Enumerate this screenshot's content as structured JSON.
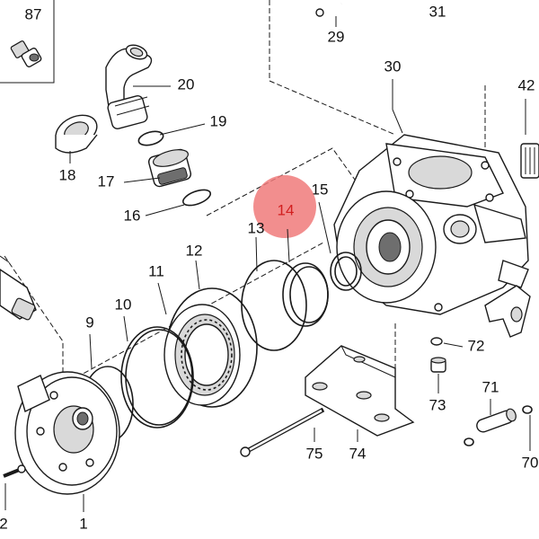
{
  "labels": {
    "l87": "87",
    "l31": "31",
    "l29": "29",
    "l20": "20",
    "l30": "30",
    "l42": "42",
    "l19": "19",
    "l18": "18",
    "l17": "17",
    "l16": "16",
    "l15": "15",
    "l14": "14",
    "l13": "13",
    "l12": "12",
    "l11": "11",
    "l10": "10",
    "l9": "9",
    "l72": "72",
    "l73": "73",
    "l71": "71",
    "l75": "75",
    "l74": "74",
    "l70": "70",
    "l1": "1",
    "l2": "2"
  },
  "colors": {
    "highlight": "#f07a7a",
    "highlight_text": "#d21f1f",
    "line": "#1a1a1a"
  }
}
